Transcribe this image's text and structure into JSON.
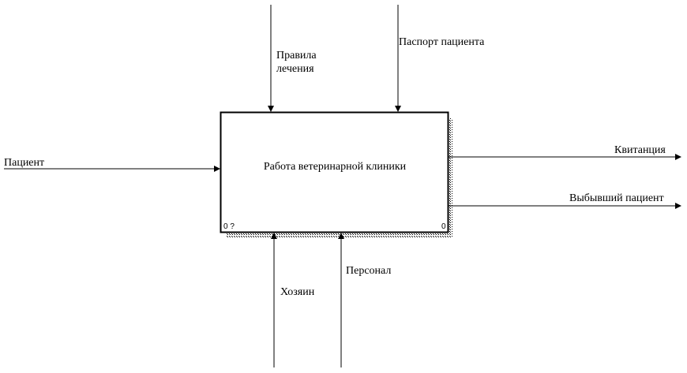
{
  "function_box": {
    "title": "Работа ветеринарной клиники",
    "node_ref": "0 ?",
    "cost": "0"
  },
  "controls": [
    {
      "label": "Правила\nлечения"
    },
    {
      "label": "Паспорт пациента"
    }
  ],
  "inputs": [
    {
      "label": "Пациент"
    }
  ],
  "outputs": [
    {
      "label": "Квитанция"
    },
    {
      "label": "Выбывший пациент"
    }
  ],
  "mechanisms": [
    {
      "label": "Хозяин"
    },
    {
      "label": "Персонал"
    }
  ]
}
